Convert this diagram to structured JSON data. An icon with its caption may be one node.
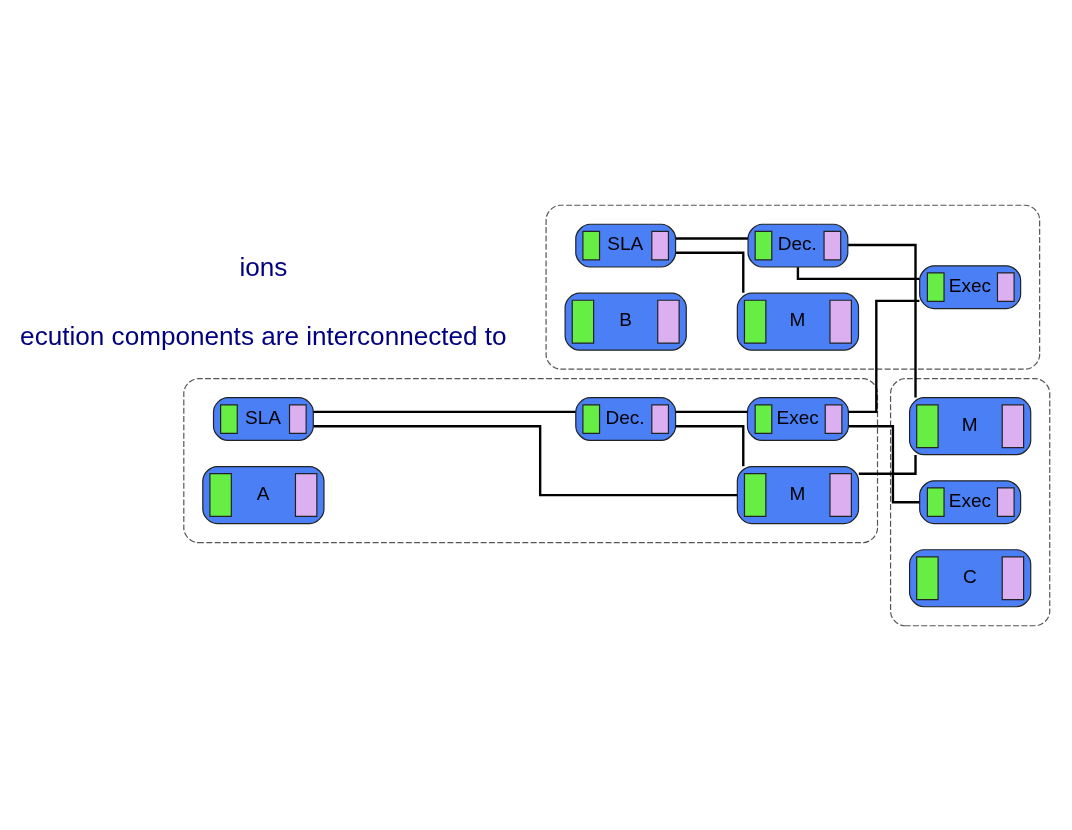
{
  "diagram": {
    "nodes": [
      {
        "text": [],
        "shape": "box"
      },
      {
        "text": [
          "SLA"
        ],
        "in": 0
      },
      {
        "text": [
          "M"
        ],
        "in": 0
      },
      {
        "text": [
          "Dec."
        ],
        "in": 0
      },
      {
        "text": [
          "Exec"
        ],
        "in": 0
      },
      {
        "text": [
          "B"
        ],
        "in": 0
      },
      {
        "text": [],
        "shape": "box"
      },
      {
        "text": [
          "SLA"
        ],
        "in": 6
      },
      {
        "text": [
          "M"
        ],
        "in": 6
      },
      {
        "text": [
          "Dec."
        ],
        "in": 6
      },
      {
        "text": [
          "Exec"
        ],
        "in": 6
      },
      {
        "text": [
          "A"
        ],
        "in": 6
      },
      {
        "text": [],
        "shape": "box"
      },
      {
        "text": [
          "M"
        ],
        "in": 12
      },
      {
        "text": [
          "Exec"
        ],
        "in": 12
      },
      {
        "text": [
          "C"
        ],
        "in": 12
      }
    ],
    "edges": [
      {
        "from": 1,
        "to": 2,
        "arrow": "none"
      },
      {
        "from": 1,
        "to": 3,
        "arrow": "none"
      },
      {
        "from": 3,
        "to": 4,
        "arrow": "none"
      },
      {
        "from": 3,
        "to": 13,
        "arrow": "none"
      },
      {
        "from": 7,
        "to": 8,
        "arrow": "none"
      },
      {
        "from": 7,
        "to": 9,
        "arrow": "none"
      },
      {
        "from": 9,
        "to": 8,
        "arrow": "none"
      },
      {
        "from": 9,
        "to": 10,
        "arrow": "none"
      },
      {
        "from": 8,
        "to": 13,
        "arrow": "none"
      },
      {
        "from": 10,
        "to": 4,
        "arrow": "none"
      },
      {
        "from": 10,
        "to": 14,
        "arrow": "none"
      }
    ],
    "labels": [
      "ecution components are interconnected to",
      "ions"
    ]
  }
}
